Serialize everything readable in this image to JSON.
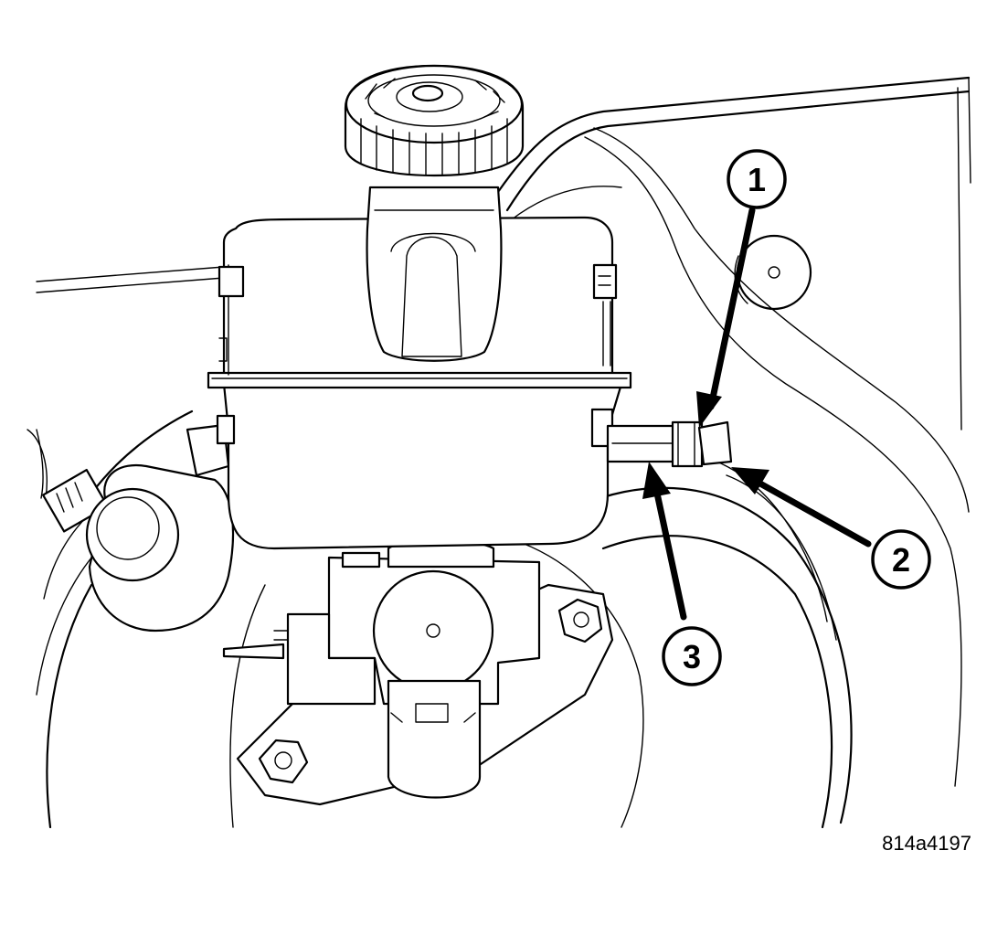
{
  "figure": {
    "id": "814a4197",
    "callouts": [
      {
        "label": "1"
      },
      {
        "label": "2"
      },
      {
        "label": "3"
      }
    ]
  }
}
